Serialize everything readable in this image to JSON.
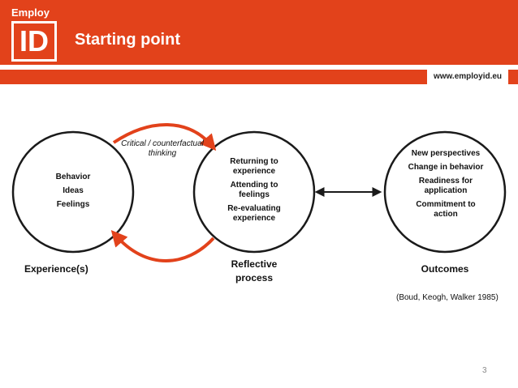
{
  "header": {
    "logo_small": "Employ",
    "logo_big": "ID",
    "title": "Starting point",
    "url": "www.employid.eu"
  },
  "diagram": {
    "loop_label": "Critical / counterfactual thinking",
    "left_circle": [
      "Behavior",
      "Ideas",
      "Feelings"
    ],
    "middle_circle": [
      "Returning to experience",
      "Attending to feelings",
      "Re-evaluating experience"
    ],
    "right_circle": [
      "New perspectives",
      "Change in behavior",
      "Readiness for application",
      "Commitment to action"
    ],
    "left_caption": "Experience(s)",
    "middle_caption_line1": "Reflective",
    "middle_caption_line2": "process",
    "right_caption": "Outcomes",
    "colors": {
      "accent": "#e2421b",
      "circle_stroke": "#1a1a1a"
    }
  },
  "citation": "(Boud, Keogh, Walker 1985)",
  "page_number": "3"
}
